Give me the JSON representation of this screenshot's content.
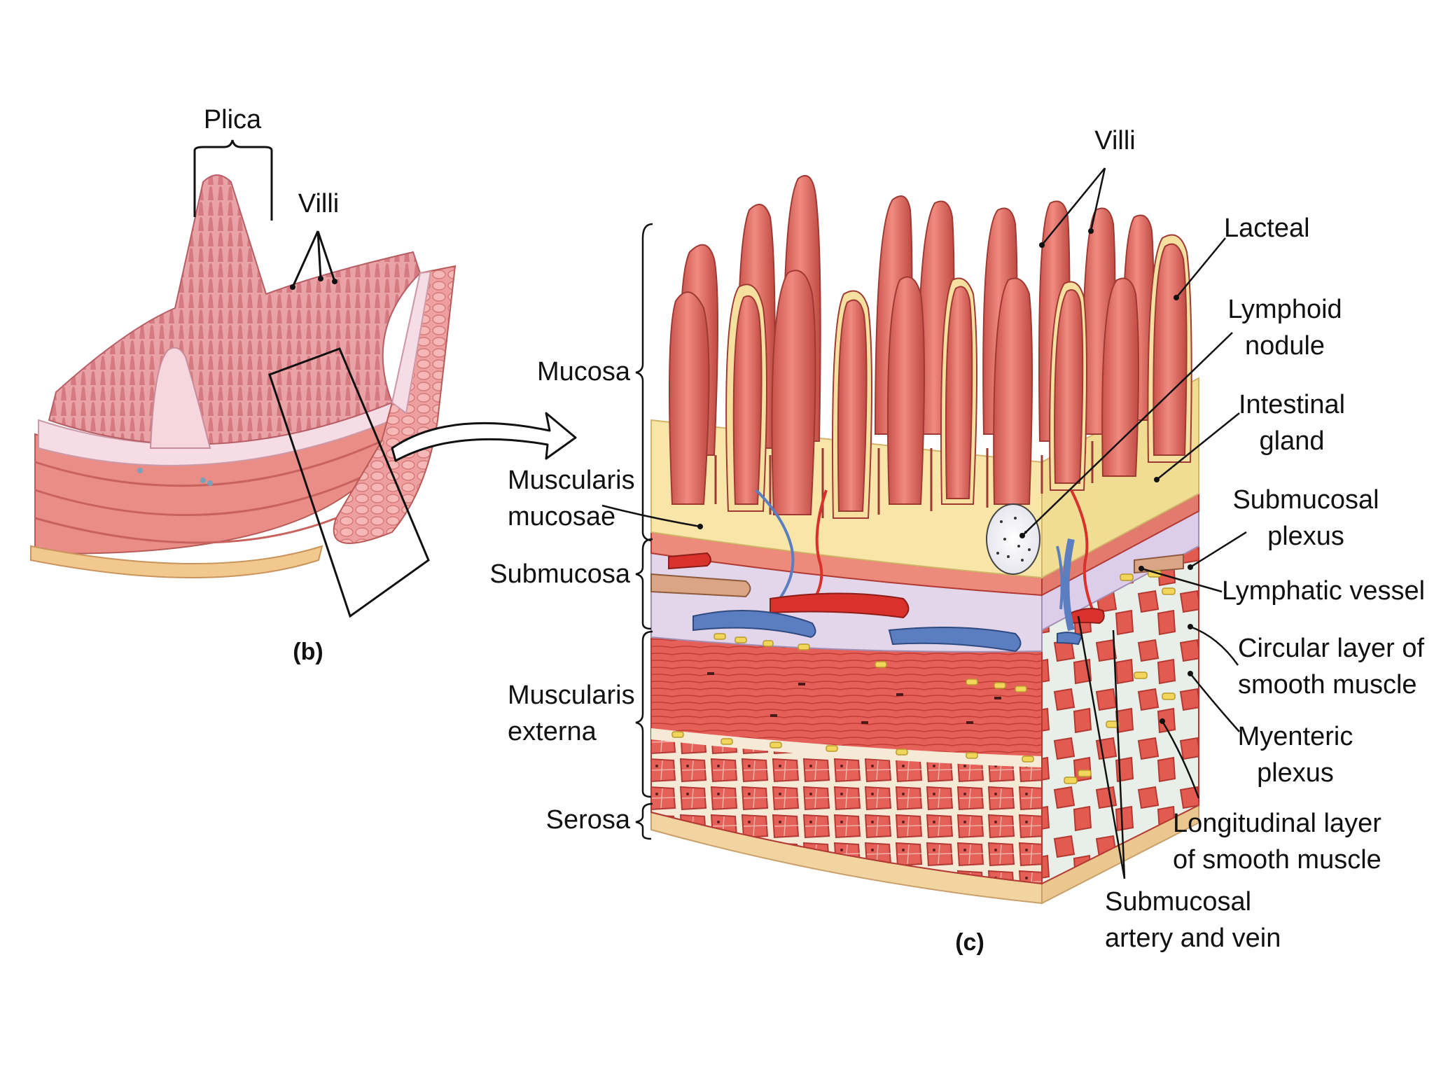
{
  "panel_b": {
    "tag": "(b)",
    "labels": {
      "plica": "Plica",
      "villi": "Villi"
    }
  },
  "panel_c": {
    "tag": "(c)",
    "left_labels": {
      "mucosa": "Mucosa",
      "muscularis_mucosae": [
        "Muscularis",
        "mucosae"
      ],
      "submucosa": "Submucosa",
      "muscularis_externa": [
        "Muscularis",
        "externa"
      ],
      "serosa": "Serosa"
    },
    "right_labels": {
      "villi": "Villi",
      "lacteal": "Lacteal",
      "lymphoid_nodule": [
        "Lymphoid",
        "nodule"
      ],
      "intestinal_gland": [
        "Intestinal",
        "gland"
      ],
      "submucosal_plexus": [
        "Submucosal",
        "plexus"
      ],
      "lymphatic_vessel": "Lymphatic vessel",
      "circular_layer": [
        "Circular layer of",
        "smooth muscle"
      ],
      "myenteric_plexus": [
        "Myenteric",
        "plexus"
      ],
      "longitudinal_layer": [
        "Longitudinal layer",
        "of smooth muscle"
      ],
      "submucosal_artery_vein": [
        "Submucosal",
        "artery and vein"
      ]
    }
  },
  "colors": {
    "villus": "#e2776f",
    "villus_dark": "#b9443c",
    "mucosa_bg": "#f7e6a8",
    "submucosa": "#e3d6ea",
    "muscle": "#e8655a",
    "muscle_dark": "#c23d35",
    "artery": "#d9312c",
    "vein": "#5b7ec0",
    "nerve": "#f2d65c",
    "serosa": "#f1d4a0",
    "panel_b_pink": "#e9a3a6"
  }
}
